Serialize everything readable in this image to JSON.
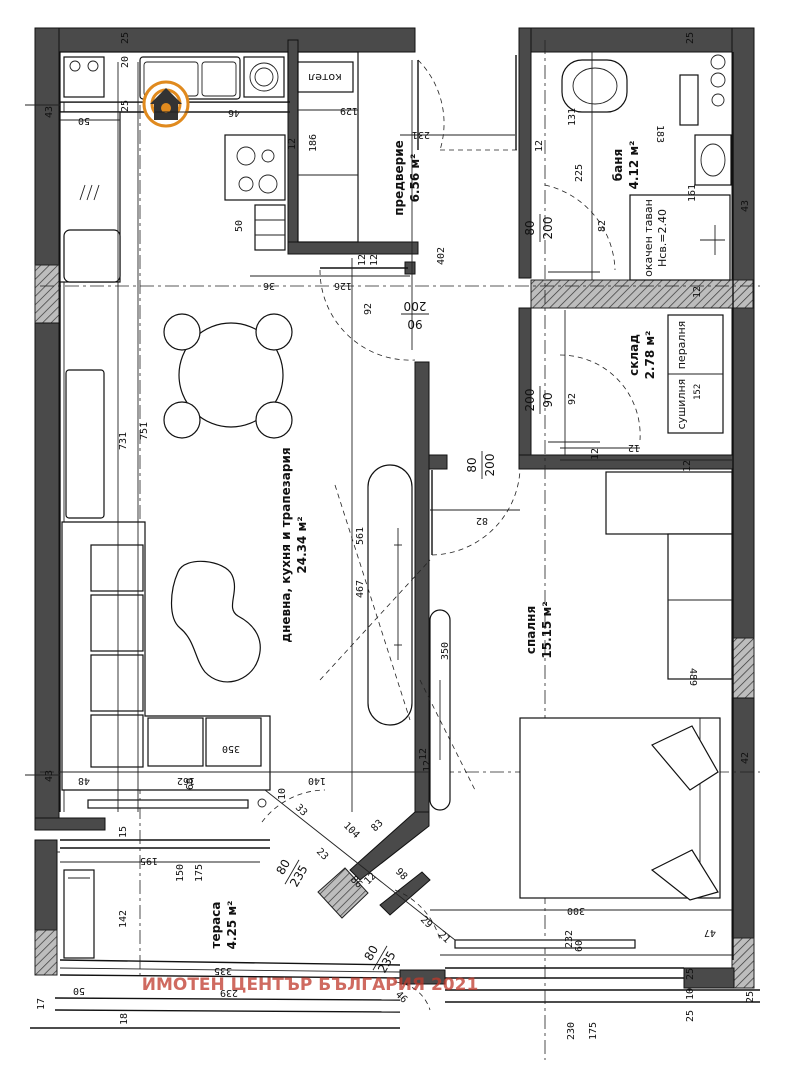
{
  "rooms": {
    "living": {
      "name": "дневна, кухня и трапезария",
      "area": "24.34 м²"
    },
    "hall": {
      "name": "предверие",
      "area": "6.56 м²"
    },
    "bath": {
      "name": "баня",
      "area": "4.12 м²"
    },
    "ceiling": {
      "name": "окачен таван",
      "height": "Нсв.=2.40"
    },
    "storage": {
      "name": "склад",
      "area": "2.78 м²"
    },
    "washer": {
      "name": "пералня"
    },
    "dryer": {
      "name": "сушилня"
    },
    "bedroom": {
      "name": "спалня",
      "area": "15.15 м²"
    },
    "terrace": {
      "name": "тераса",
      "area": "4.25 м²"
    }
  },
  "furniture_labels": {
    "boiler": "котел"
  },
  "doors": [
    {
      "id": "door-hall-bath",
      "top": "80",
      "bottom": "200"
    },
    {
      "id": "door-living",
      "top": "200",
      "bottom": "90"
    },
    {
      "id": "door-storage",
      "top": "200",
      "bottom": "90"
    },
    {
      "id": "door-bedroom",
      "top": "80",
      "bottom": "200"
    },
    {
      "id": "door-terrace-1",
      "top": "80",
      "bottom": "235"
    },
    {
      "id": "door-terrace-2",
      "top": "80",
      "bottom": "235"
    }
  ],
  "dimensions": {
    "d25a": "25",
    "d25b": "25",
    "d25c": "25",
    "d25d": "25",
    "d20": "20",
    "d46": "46",
    "d129": "129",
    "d50": "50",
    "d43": "43",
    "d231": "231",
    "d131": "131",
    "d183": "183",
    "d225": "225",
    "d12a": "12",
    "d186": "186",
    "d12b": "12",
    "d50b": "50",
    "d12c": "12",
    "d12d": "12",
    "d402": "402",
    "d36": "36",
    "d126": "126",
    "d92a": "92",
    "d82": "82",
    "d161": "161",
    "d43b": "43",
    "d12e": "12",
    "d731": "731",
    "d751": "751",
    "d92b": "92",
    "d152": "152",
    "d12f": "12",
    "d12g": "12",
    "d12h": "12",
    "d561": "561",
    "d82b": "82",
    "d467": "467",
    "d350a": "350",
    "d489": "489",
    "d12i": "12",
    "d350b": "350",
    "d48": "48",
    "d162": "162",
    "d60": "60",
    "d140": "140",
    "d12j": "12",
    "d43c": "43",
    "d42": "42",
    "d33": "33",
    "d104": "104",
    "d83": "83",
    "d10": "10",
    "d15": "15",
    "d195": "195",
    "d150": "150",
    "d175a": "175",
    "d23": "23",
    "d86": "86",
    "d98": "98",
    "d29": "29",
    "d12k": "12",
    "d142": "142",
    "d300": "300",
    "d232": "232",
    "d60b": "60",
    "d47": "47",
    "d21": "21",
    "d335": "335",
    "d239": "239",
    "d50c": "50",
    "d17": "17",
    "d46b": "46",
    "d18": "18",
    "d230": "230",
    "d175b": "175",
    "d10b": "10",
    "d25e": "25",
    "d25f": "25"
  },
  "watermark": "ИМОТЕН ЦЕНТЪР БЪЛГАРИЯ 2021",
  "colors": {
    "wall": "#4a4a4a",
    "watermark": "#c0392b",
    "logo": "#e08a1e"
  }
}
